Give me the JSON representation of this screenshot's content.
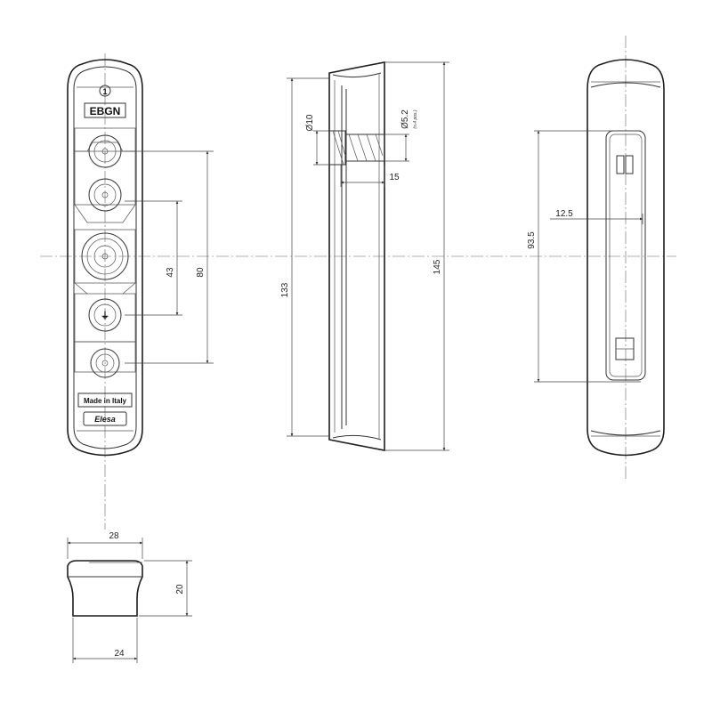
{
  "drawing": {
    "model_code": "EBGN",
    "position_number": "1",
    "origin_label": "Made in Italy",
    "brand_mark": "Elesa"
  },
  "dimensions": {
    "front_pitch_inner": "43",
    "front_pitch_outer": "80",
    "side_height_inner": "133",
    "side_height_total": "145",
    "side_diameter_head": "Ø10",
    "side_diameter_hole": "Ø5.2",
    "side_hole_note": "(n.4 pos.)",
    "side_depth": "15",
    "rear_pitch": "93.5",
    "rear_offset": "12.5",
    "bottom_top_width": "28",
    "bottom_base_width": "24",
    "bottom_height": "20"
  }
}
